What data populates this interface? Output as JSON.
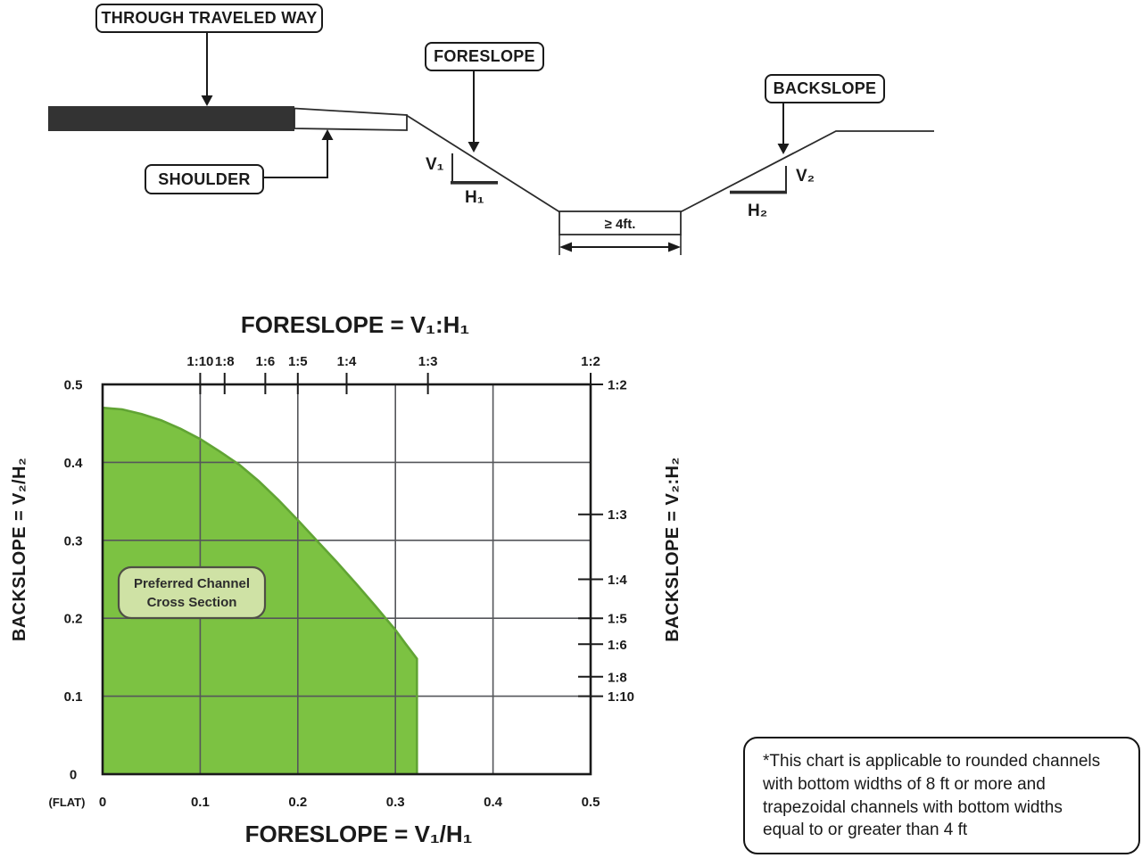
{
  "colors": {
    "ink": "#1a1a1a",
    "line": "#2b2b2b",
    "road": "#333333",
    "grid": "#55565a",
    "green": "#7cc242",
    "green_edge": "#61a434",
    "light_green": "#cfe2a5",
    "label_border": "#4f4f45"
  },
  "diagram": {
    "traveled_way": "THROUGH TRAVELED WAY",
    "shoulder": "SHOULDER",
    "foreslope": "FORESLOPE",
    "backslope": "BACKSLOPE",
    "v1": "V₁",
    "h1": "H₁",
    "v2": "V₂",
    "h2": "H₂",
    "channel_width": "≥ 4ft."
  },
  "chart_data": {
    "type": "area",
    "title_top": "FORESLOPE = V₁:H₁",
    "title_bottom": "FORESLOPE = V₁/H₁",
    "ylabel_left": "BACKSLOPE = V₂/H₂",
    "ylabel_right": "BACKSLOPE = V₂:H₂",
    "xlim": [
      0,
      0.5
    ],
    "ylim": [
      0,
      0.5
    ],
    "grid_on": true,
    "grid_values": [
      0.1,
      0.2,
      0.3,
      0.4
    ],
    "flat_label": "(FLAT)",
    "x_ticks_bottom": [
      {
        "label": "0",
        "value": 0
      },
      {
        "label": "0.1",
        "value": 0.1
      },
      {
        "label": "0.2",
        "value": 0.2
      },
      {
        "label": "0.3",
        "value": 0.3
      },
      {
        "label": "0.4",
        "value": 0.4
      },
      {
        "label": "0.5",
        "value": 0.5
      }
    ],
    "y_ticks_left": [
      {
        "label": "0",
        "value": 0
      },
      {
        "label": "0.1",
        "value": 0.1
      },
      {
        "label": "0.2",
        "value": 0.2
      },
      {
        "label": "0.3",
        "value": 0.3
      },
      {
        "label": "0.4",
        "value": 0.4
      },
      {
        "label": "0.5",
        "value": 0.5
      }
    ],
    "ratio_ticks_top": [
      {
        "label": "1:10",
        "value": 0.1
      },
      {
        "label": "1:8",
        "value": 0.125
      },
      {
        "label": "1:6",
        "value": 0.1667
      },
      {
        "label": "1:5",
        "value": 0.2
      },
      {
        "label": "1:4",
        "value": 0.25
      },
      {
        "label": "1:3",
        "value": 0.3333
      },
      {
        "label": "1:2",
        "value": 0.5
      }
    ],
    "ratio_ticks_right": [
      {
        "label": "1:2",
        "value": 0.5
      },
      {
        "label": "1:3",
        "value": 0.3333
      },
      {
        "label": "1:4",
        "value": 0.25
      },
      {
        "label": "1:5",
        "value": 0.2
      },
      {
        "label": "1:6",
        "value": 0.1667
      },
      {
        "label": "1:8",
        "value": 0.125
      },
      {
        "label": "1:10",
        "value": 0.1
      }
    ],
    "region": {
      "label_line1": "Preferred Channel",
      "label_line2": "Cross Section",
      "boundary": [
        [
          0,
          0.47
        ],
        [
          0.02,
          0.468
        ],
        [
          0.04,
          0.462
        ],
        [
          0.06,
          0.454
        ],
        [
          0.08,
          0.443
        ],
        [
          0.1,
          0.43
        ],
        [
          0.12,
          0.414
        ],
        [
          0.14,
          0.397
        ],
        [
          0.16,
          0.376
        ],
        [
          0.18,
          0.352
        ],
        [
          0.2,
          0.326
        ],
        [
          0.22,
          0.299
        ],
        [
          0.24,
          0.272
        ],
        [
          0.26,
          0.244
        ],
        [
          0.28,
          0.215
        ],
        [
          0.3,
          0.185
        ],
        [
          0.31,
          0.168
        ],
        [
          0.322,
          0.148
        ],
        [
          0.322,
          0
        ]
      ]
    }
  },
  "note": {
    "lines": [
      "*This chart is applicable to rounded channels",
      "with bottom widths of 8 ft or more and",
      "trapezoidal channels with bottom widths",
      "equal to or greater than 4 ft"
    ]
  }
}
